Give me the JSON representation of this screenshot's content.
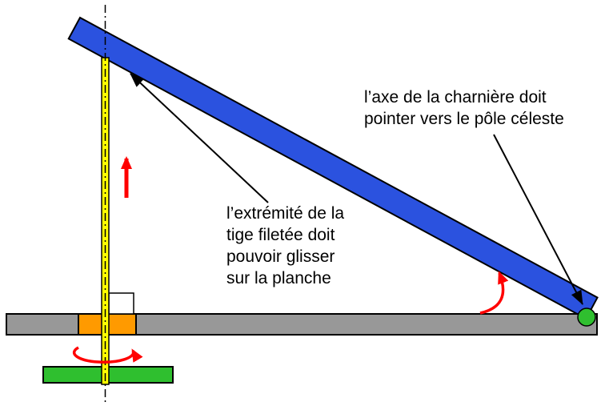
{
  "annotations": {
    "hinge_note": {
      "line1": "l’axe de la charnière doit",
      "line2": "pointer vers le pôle céleste"
    },
    "rod_note": {
      "line1": "l’extrémité de la",
      "line2": "tige filetée doit",
      "line3": "pouvoir glisser",
      "line4": "sur la planche"
    }
  },
  "colors": {
    "plank_blue": "#2B52DF",
    "base_gray": "#989898",
    "rod_yellow": "#FFFF00",
    "nut_orange": "#FF9A00",
    "knob_green": "#2FBF2F",
    "hinge_green": "#2FBF2F",
    "arrow_red": "#FF0000",
    "pointer_black": "#000000",
    "spacer_white": "#FFFFFF"
  }
}
